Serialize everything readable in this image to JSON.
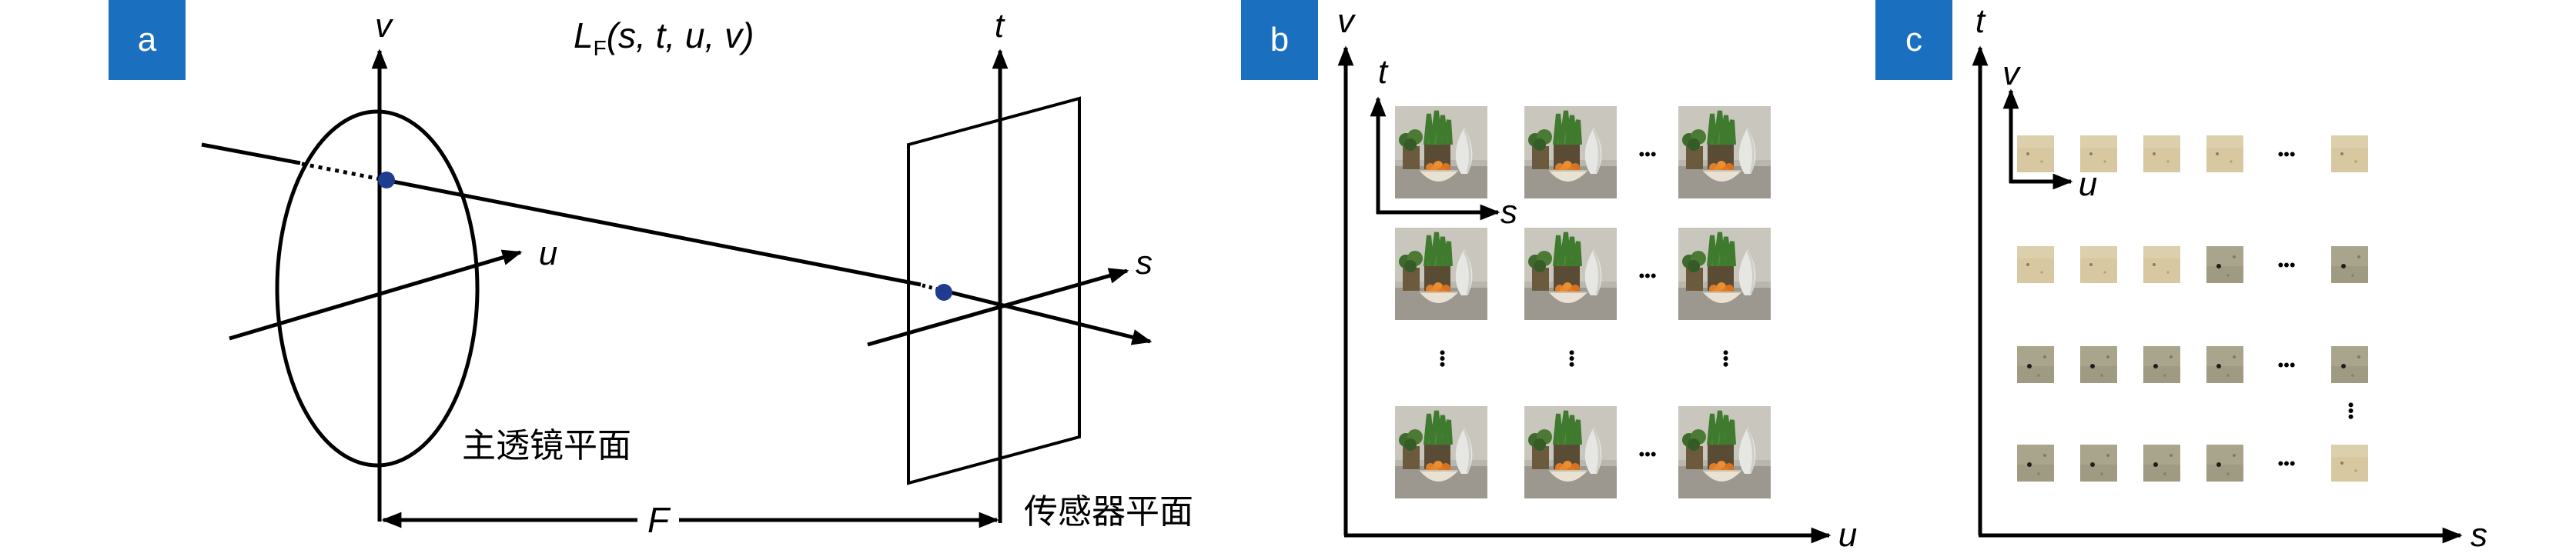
{
  "colors": {
    "badge": "#1a6fbf",
    "badge_text": "#ffffff",
    "line": "#000000",
    "point": "#1f3c8f",
    "tile_light": "#d8c8a2",
    "tile_dark": "#a9a58d"
  },
  "panel_a": {
    "badge": "a",
    "lightfield_L": "L",
    "lightfield_sub": "F",
    "lightfield_args": "(s, t, u, v)",
    "axis_v": "v",
    "axis_u": "u",
    "axis_t": "t",
    "axis_s": "s",
    "distance_label": "F",
    "lens_plane": "主透镜平面",
    "sensor_plane": "传感器平面"
  },
  "panel_b": {
    "badge": "b",
    "axis_v": "v",
    "axis_u": "u",
    "inner_t": "t",
    "inner_s": "s",
    "ellipsis": "•••",
    "photo_icon": "still-life-photo-icon"
  },
  "panel_c": {
    "badge": "c",
    "axis_t": "t",
    "axis_s": "s",
    "inner_v": "v",
    "inner_u": "u",
    "ellipsis": "•••",
    "tile_icon": "macro-pixel-tile-icon"
  }
}
